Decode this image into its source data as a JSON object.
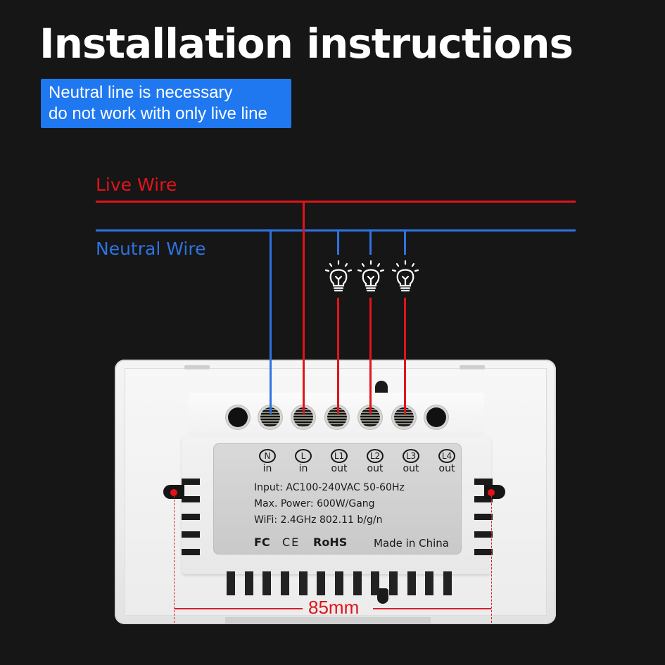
{
  "header": {
    "title": "Installation instructions"
  },
  "notice": {
    "line1": "Neutral line is necessary",
    "line2": "do not work with only live line",
    "background_color": "#1f78f0"
  },
  "wires": {
    "live": {
      "label": "Live Wire",
      "color": "#e0141a"
    },
    "neutral": {
      "label": "Neutral Wire",
      "color": "#2f72e0"
    }
  },
  "loads": [
    {
      "icon": "light-bulb-icon"
    },
    {
      "icon": "light-bulb-icon"
    },
    {
      "icon": "light-bulb-icon"
    }
  ],
  "terminals": [
    {
      "id": "N",
      "role": "in"
    },
    {
      "id": "L",
      "role": "in"
    },
    {
      "id": "L1",
      "role": "out"
    },
    {
      "id": "L2",
      "role": "out"
    },
    {
      "id": "L3",
      "role": "out"
    },
    {
      "id": "L4",
      "role": "out"
    }
  ],
  "specs": {
    "input": "Input: AC100-240VAC 50-60Hz",
    "power": "Max. Power: 600W/Gang",
    "wifi": "WiFi: 2.4GHz 802.11 b/g/n"
  },
  "certifications": {
    "fcc": "FC",
    "ce": "CE",
    "rohs": "RoHS",
    "origin": "Made in China"
  },
  "dimension": {
    "label": "85mm"
  }
}
